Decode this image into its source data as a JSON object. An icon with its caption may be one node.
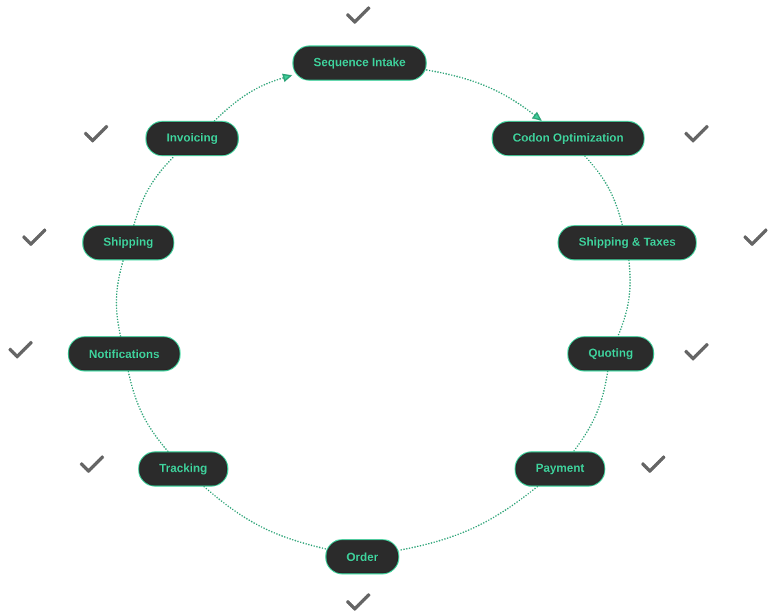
{
  "diagram": {
    "nodes": [
      {
        "text": [
          "Sequence Intake"
        ]
      },
      {
        "text": [
          "Codon Optimization"
        ]
      },
      {
        "text": [
          "Shipping & Taxes"
        ]
      },
      {
        "text": [
          "Quoting"
        ]
      },
      {
        "text": [
          "Payment"
        ]
      },
      {
        "text": [
          "Order"
        ]
      },
      {
        "text": [
          "Tracking"
        ]
      },
      {
        "text": [
          "Notifications"
        ]
      },
      {
        "text": [
          "Shipping"
        ]
      },
      {
        "text": [
          "Invoicing"
        ]
      }
    ],
    "edges": [
      {
        "from": 0,
        "to": 1,
        "arrow": "to"
      },
      {
        "from": 1,
        "to": 2,
        "arrow": "none"
      },
      {
        "from": 2,
        "to": 3,
        "arrow": "none"
      },
      {
        "from": 3,
        "to": 4,
        "arrow": "none"
      },
      {
        "from": 4,
        "to": 5,
        "arrow": "none"
      },
      {
        "from": 5,
        "to": 6,
        "arrow": "none"
      },
      {
        "from": 6,
        "to": 7,
        "arrow": "none"
      },
      {
        "from": 7,
        "to": 8,
        "arrow": "none"
      },
      {
        "from": 8,
        "to": 9,
        "arrow": "none"
      },
      {
        "from": 9,
        "to": 0,
        "arrow": "to"
      }
    ]
  }
}
